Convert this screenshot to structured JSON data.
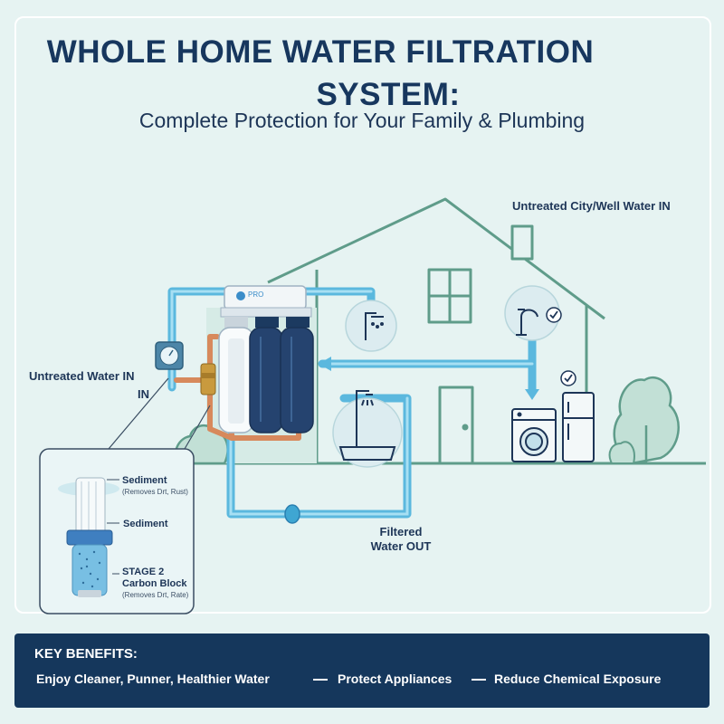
{
  "title": {
    "line1": "WHOLE HOME WATER FILTRATION",
    "line2": "SYSTEM:",
    "subtitle": "Complete Protection for Your Family & Plumbing"
  },
  "labels": {
    "untreated_city_in": "Untreated City/Well Water IN",
    "untreated_in": "Untreated Water IN",
    "untreated_in_suffix": "IN",
    "filtered_out_1": "Filtered",
    "filtered_out_2": "Water OUT",
    "housing_brand": "PRO"
  },
  "inset": {
    "items": [
      {
        "name": "Sediment",
        "note": "(Removes Drt, Rust)"
      },
      {
        "name": "Sediment",
        "note": ""
      },
      {
        "name": "STAGE 2",
        "name2": "Carbon Block",
        "note": "(Removes Drt, Rate)"
      }
    ]
  },
  "benefits": {
    "heading": "KEY BENEFITS:",
    "items": [
      "Enjoy Cleaner, Punner, Healthier Water",
      "Protect Appliances",
      "Reduce Chemical Exposure"
    ]
  },
  "colors": {
    "background": "#e6f3f2",
    "house_outline": "#5f9c8a",
    "pipe_blue": "#5bb8de",
    "pipe_copper": "#d7895c",
    "filter_navy": "#25436f",
    "banner": "#15375c",
    "title": "#17375e"
  },
  "icons": [
    "shower-icon",
    "faucet-icon",
    "checkmark-icon",
    "washing-machine-icon",
    "refrigerator-icon",
    "bathtub-icon",
    "water-meter-icon",
    "sparkle-icon",
    "tree-icon",
    "shrub-icon"
  ]
}
